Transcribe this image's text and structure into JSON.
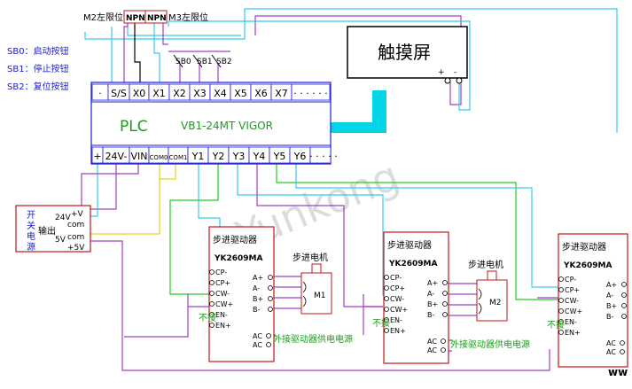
{
  "colors": {
    "plc_border": "#1a1ad6",
    "plc_text_green": "#18a018",
    "hmi_cable": "#00d4e6",
    "wire_cyan": "#33ccee",
    "wire_purple": "#a040c0",
    "wire_green": "#22cc22",
    "wire_yellow": "#e8d020",
    "driver_border": "#c01818",
    "watermark": "#bfbfbf"
  },
  "sensors": {
    "m2_label": "M2左限位",
    "m3_label": "M3左限位",
    "npn1": "NPN",
    "npn2": "NPN"
  },
  "legend": [
    {
      "label": "SB0：启动按钮"
    },
    {
      "label": "SB1：停止按钮"
    },
    {
      "label": "SB2：复位按钮"
    }
  ],
  "switches": [
    "SB0",
    "SB1",
    "SB2"
  ],
  "hmi": {
    "title": "触摸屏",
    "plus": "+",
    "minus": "-"
  },
  "plc": {
    "name": "PLC",
    "model": "VB1-24MT  VIGOR",
    "inputs": [
      "·",
      "S/S",
      "X0",
      "X1",
      "X2",
      "X3",
      "X4",
      "X5",
      "X6",
      "X7",
      "· · · · · ·"
    ],
    "outputs": [
      "+",
      "24V-",
      "VIN",
      "COM0",
      "COM1",
      "Y1",
      "Y2",
      "Y3",
      "Y4",
      "Y5",
      "Y6",
      "· · · · · ·"
    ]
  },
  "psu": {
    "title_chars": [
      "开",
      "关",
      "电",
      "源"
    ],
    "out_label": "输出",
    "t24": "24V",
    "tplus24": "+V",
    "tcom1": "com",
    "tcom2": "com",
    "t5": "5V",
    "tplus5": "+5V"
  },
  "drivers": [
    {
      "title": "步进驱动器",
      "model": "YK2609MA",
      "motor": "M1",
      "motor_label": "步进电机"
    },
    {
      "title": "步进驱动器",
      "model": "YK2609MA",
      "motor": "M2",
      "motor_label": "步进电机"
    },
    {
      "title": "步进驱动器",
      "model": "YK2609MA"
    }
  ],
  "driver_left_pins": [
    "CP-",
    "CP+",
    "CW-",
    "CW+",
    "EN-",
    "EN+"
  ],
  "driver_right_pins": [
    "A+",
    "A-",
    "B+",
    "B-"
  ],
  "driver_ac_pins": [
    "AC",
    "AC"
  ],
  "not_connected": "不接",
  "ext_power": "外接驱动器供电电源",
  "watermark": "Yunkong",
  "corner_mark": "ww"
}
